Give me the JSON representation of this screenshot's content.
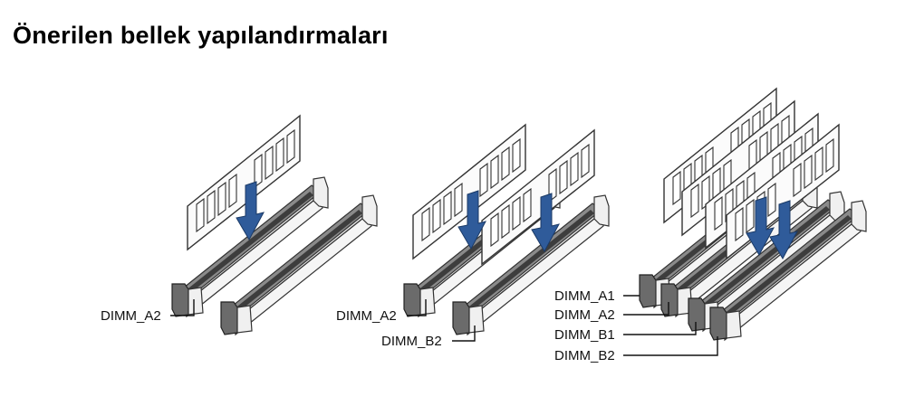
{
  "title": "Önerilen bellek yapılandırmaları",
  "configurations": [
    {
      "labels": [
        "DIMM_A2"
      ]
    },
    {
      "labels": [
        "DIMM_A2",
        "DIMM_B2"
      ]
    },
    {
      "labels": [
        "DIMM_A1",
        "DIMM_A2",
        "DIMM_B1",
        "DIMM_B2"
      ]
    }
  ],
  "colors": {
    "arrow": "#2f5b9a",
    "slot": "#8a8a8a",
    "outline": "#333333"
  }
}
